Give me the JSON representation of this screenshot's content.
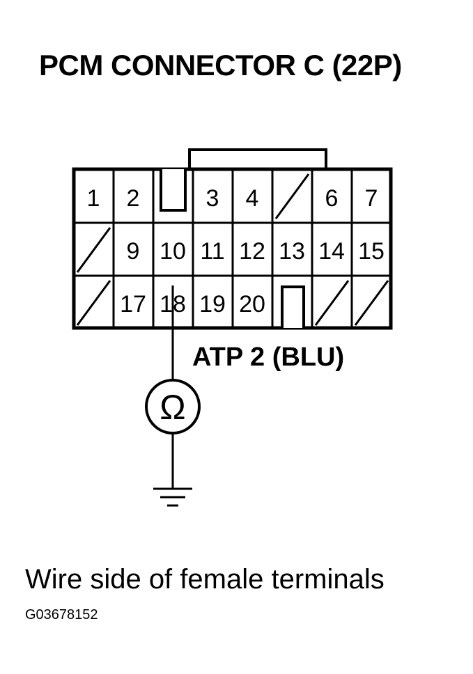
{
  "title": "PCM CONNECTOR C (22P)",
  "wire_label": "ATP 2 (BLU)",
  "caption": "Wire side of female terminals",
  "figure_id": "G03678152",
  "meter_symbol": "Ω",
  "connector": {
    "rows": [
      [
        "1",
        "2",
        "",
        "3",
        "4",
        "",
        "6",
        "7"
      ],
      [
        "",
        "9",
        "10",
        "11",
        "12",
        "13",
        "14",
        "15"
      ],
      [
        "",
        "17",
        "18",
        "19",
        "20",
        "",
        "",
        ""
      ]
    ],
    "probed_pin": "18"
  },
  "icons": [
    "ohmmeter-icon",
    "ground-icon"
  ]
}
